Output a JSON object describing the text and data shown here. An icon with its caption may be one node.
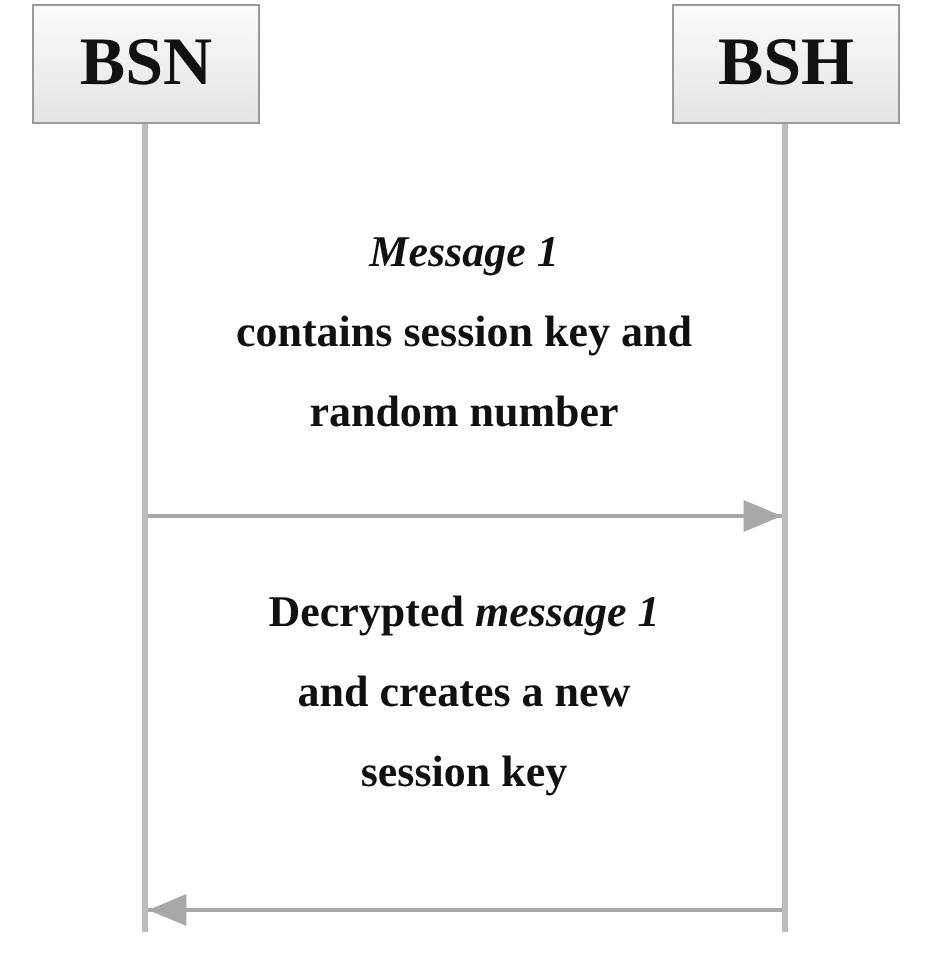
{
  "diagram": {
    "nodes": [
      {
        "text": [
          "BSN"
        ]
      },
      {
        "text": [
          "BSH"
        ]
      },
      {
        "text": [],
        "shape": "line"
      },
      {
        "text": [],
        "shape": "line"
      }
    ],
    "edges": [
      {
        "from": 2,
        "to": 3,
        "arrow": "to",
        "label": "*Message 1* contains session key and random number"
      },
      {
        "from": 3,
        "to": 2,
        "arrow": "to",
        "label": "Decrypted *message 1* and creates a new session key"
      }
    ]
  }
}
